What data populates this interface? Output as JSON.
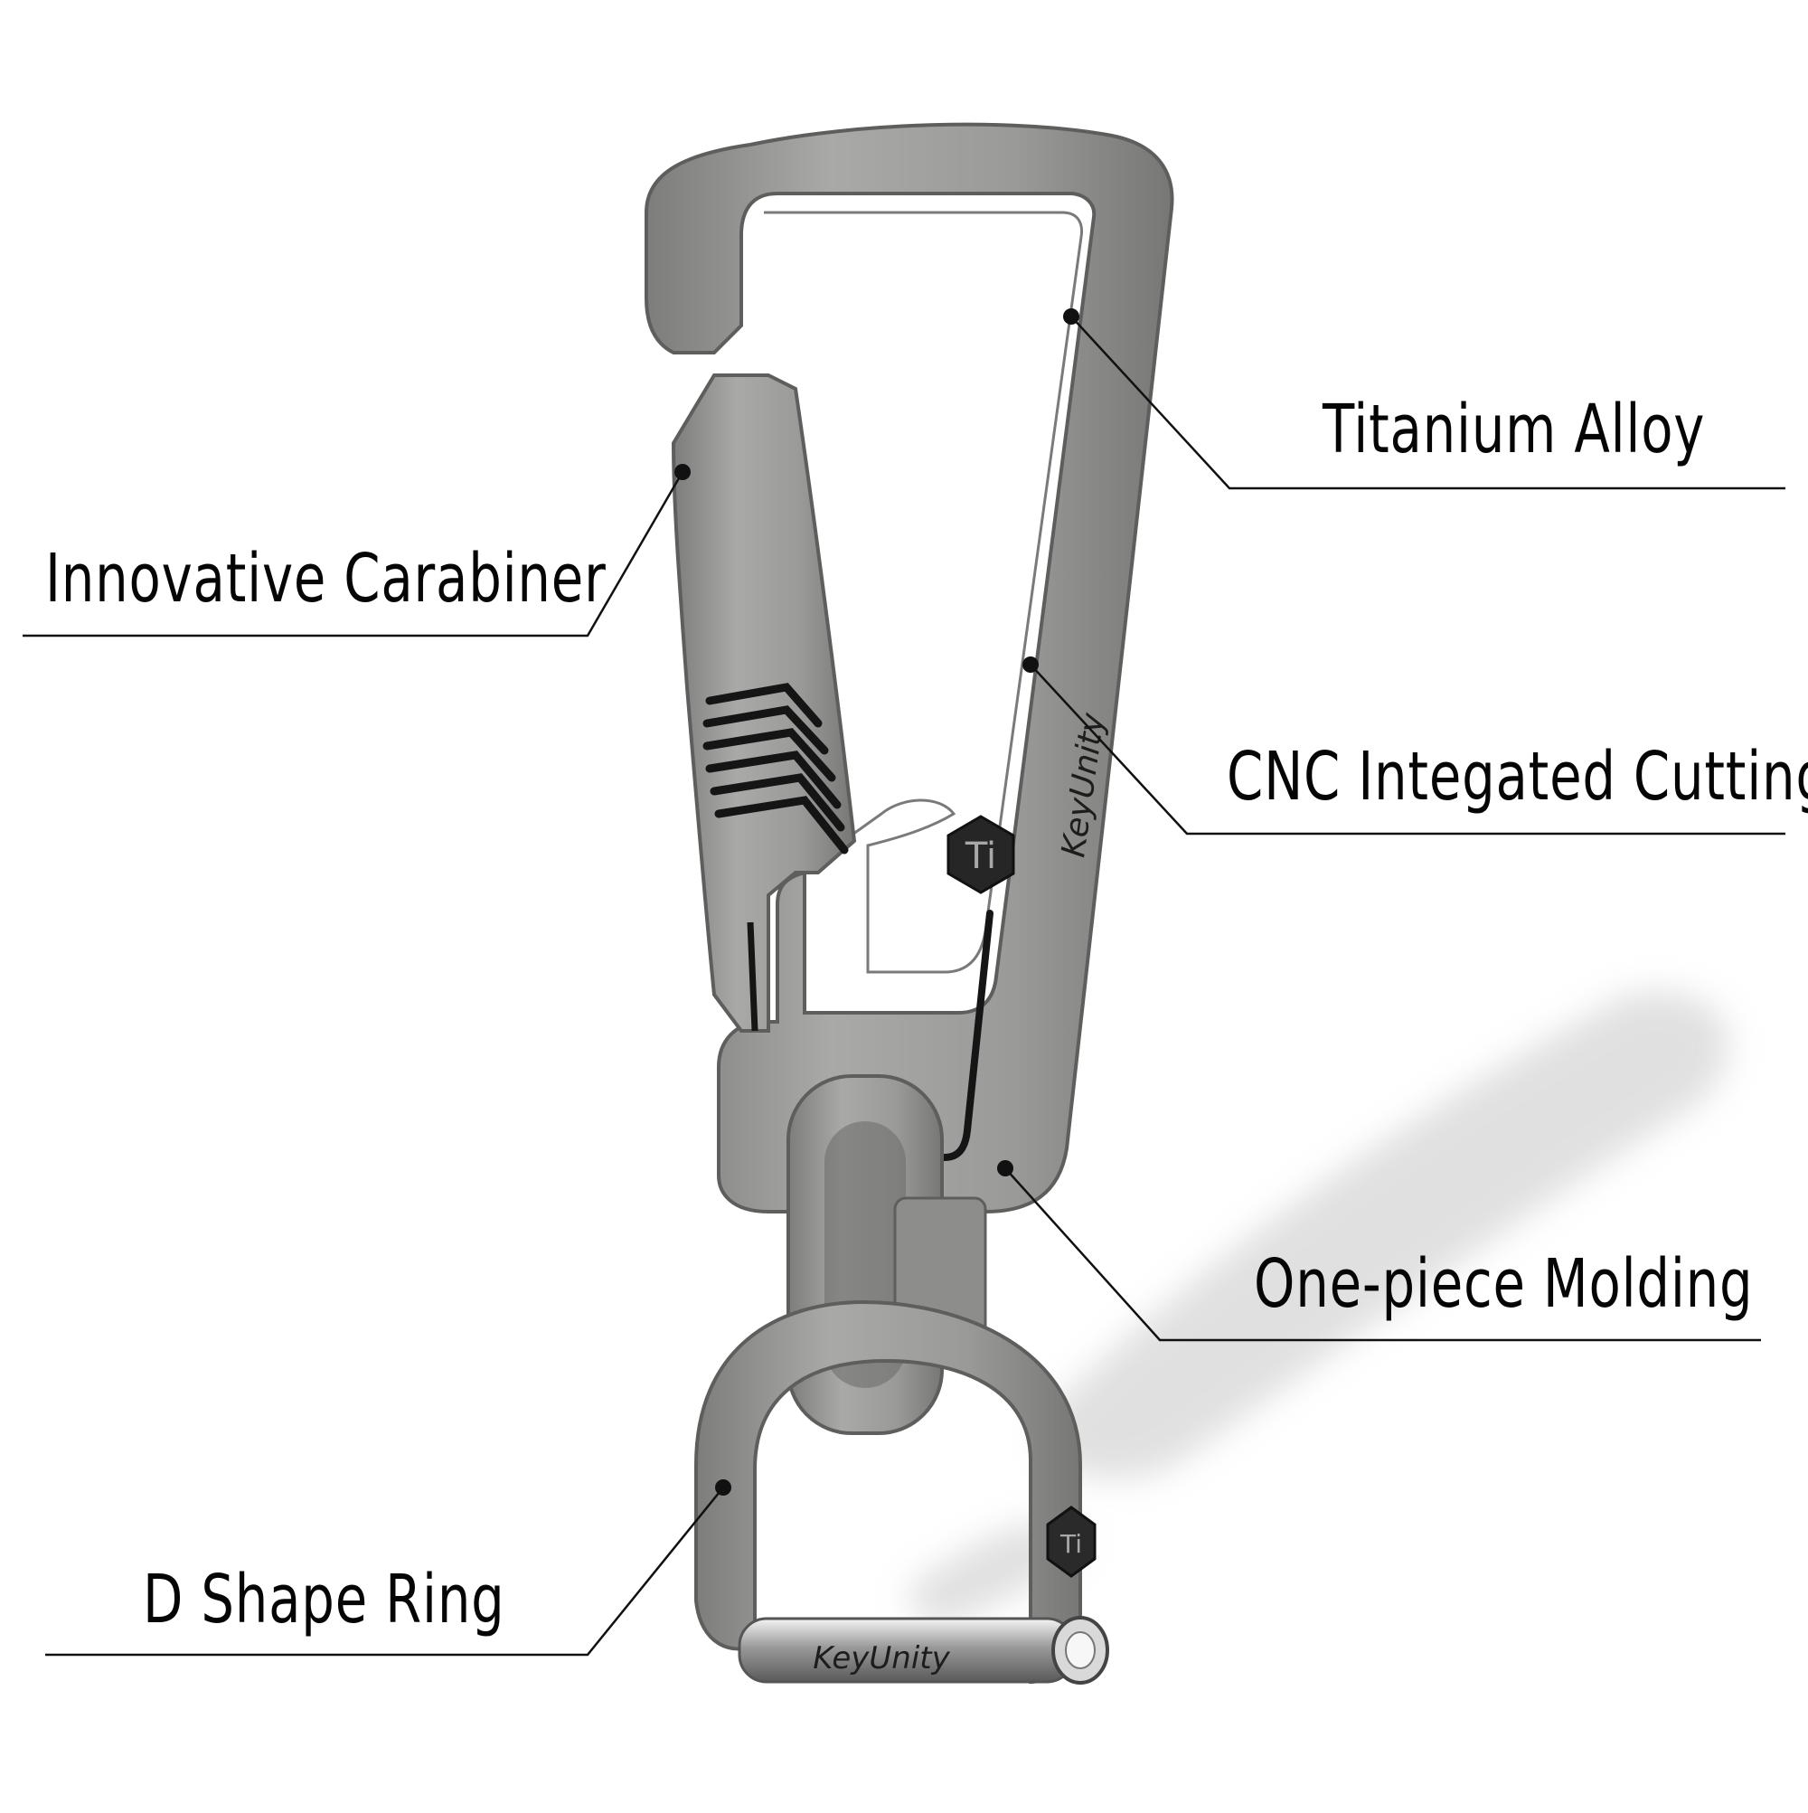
{
  "product": {
    "brand_engraving": "KeyUnity",
    "material_badge": "Ti"
  },
  "callouts": [
    {
      "id": "titanium-alloy",
      "text": "Titanium Alloy"
    },
    {
      "id": "innovative-carabiner",
      "text": "Innovative Carabiner"
    },
    {
      "id": "cnc-cutting",
      "text": "CNC Integated Cutting"
    },
    {
      "id": "one-piece-molding",
      "text": "One-piece Molding"
    },
    {
      "id": "d-shape-ring",
      "text": "D Shape Ring"
    }
  ],
  "colors": {
    "background": "#ffffff",
    "metal": "#9c9c9a",
    "metal_dark": "#6f6f6d",
    "metal_light": "#c4c4c2",
    "shadow": "#cfcfcf",
    "line": "#111111"
  }
}
